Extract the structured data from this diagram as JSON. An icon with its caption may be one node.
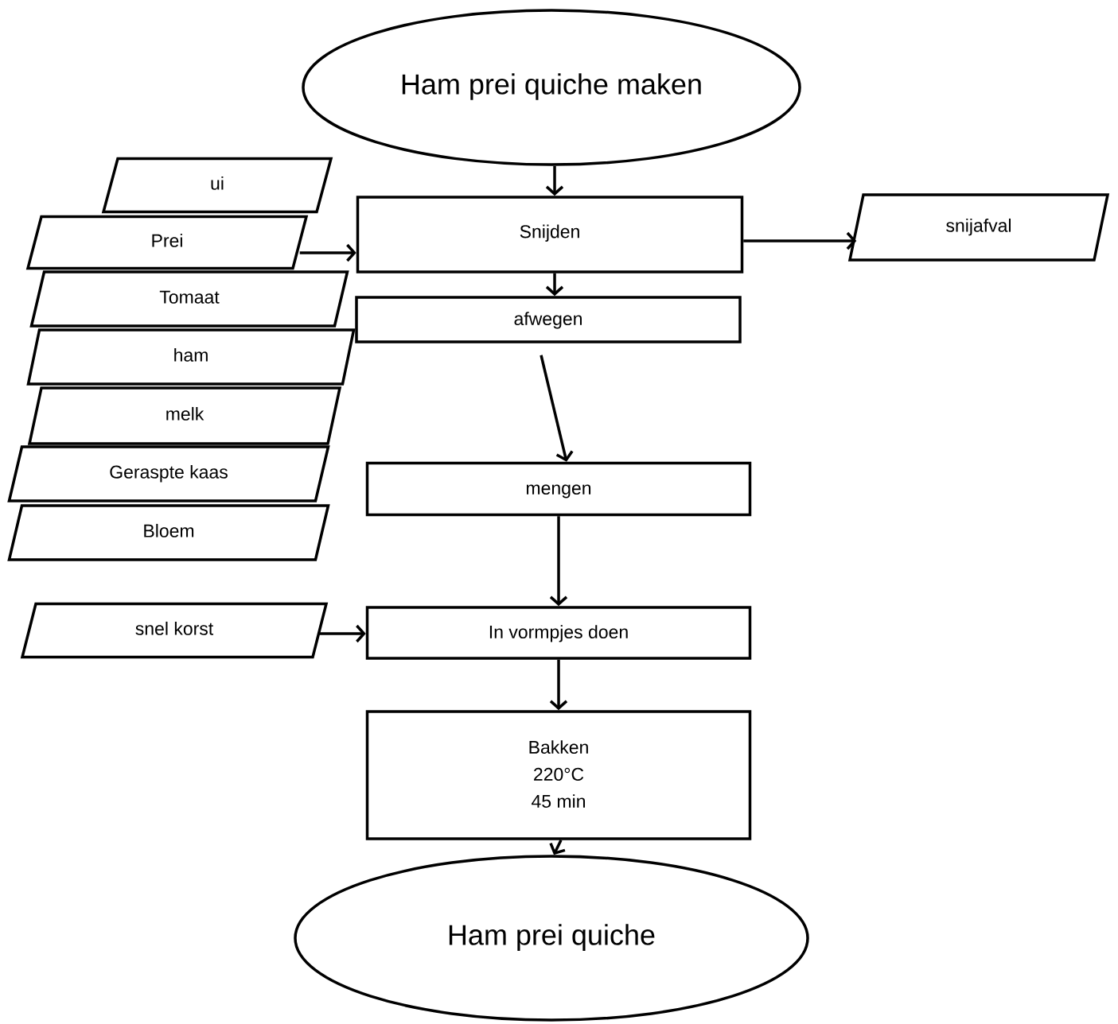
{
  "diagram": {
    "nodes": [
      {
        "text": [
          "Ham prei quiche maken"
        ]
      },
      {
        "text": [
          "ui"
        ]
      },
      {
        "text": [
          "Prei"
        ]
      },
      {
        "text": [
          "Snijden"
        ]
      },
      {
        "text": [
          "snijafval"
        ]
      },
      {
        "text": [
          "Tomaat"
        ]
      },
      {
        "text": [
          "afwegen"
        ]
      },
      {
        "text": [
          "ham"
        ]
      },
      {
        "text": [
          "melk"
        ]
      },
      {
        "text": [
          "Geraspte kaas"
        ]
      },
      {
        "text": [
          "Bloem"
        ]
      },
      {
        "text": [
          "mengen"
        ]
      },
      {
        "text": [
          "snel korst"
        ]
      },
      {
        "text": [
          "In vormpjes doen"
        ]
      },
      {
        "text": [
          "Bakken",
          "220°C",
          "45 min"
        ]
      },
      {
        "text": [
          "Ham prei quiche"
        ]
      }
    ],
    "edges": [
      {
        "from": 0,
        "to": 3,
        "arrow": "to"
      },
      {
        "from": 2,
        "to": 3,
        "arrow": "to"
      },
      {
        "from": 3,
        "to": 4,
        "arrow": "to"
      },
      {
        "from": 3,
        "to": 6,
        "arrow": "to"
      },
      {
        "from": 6,
        "to": 11,
        "arrow": "to"
      },
      {
        "from": 11,
        "to": 13,
        "arrow": "to"
      },
      {
        "from": 12,
        "to": 13,
        "arrow": "to"
      },
      {
        "from": 13,
        "to": 14,
        "arrow": "to"
      },
      {
        "from": 14,
        "to": 15,
        "arrow": "to"
      }
    ]
  }
}
